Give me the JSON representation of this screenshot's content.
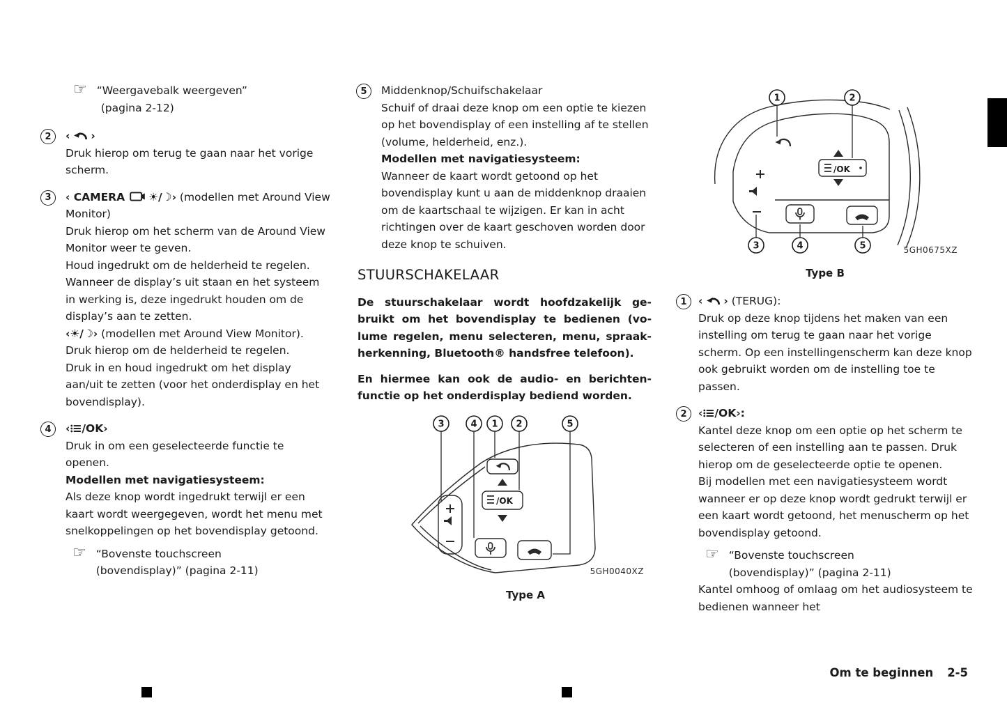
{
  "icons": {
    "hand": "☞"
  },
  "footer": {
    "section": "Om te beginnen",
    "page": "2-5"
  },
  "left": {
    "xref_top": {
      "line1": "“Weergavebalk weergeven”",
      "line2": "(pagina 2-12)"
    },
    "item2": {
      "num": "2",
      "h_open": "‹",
      "h_close": "›",
      "p1": "Druk hierop om terug te gaan naar het vorige scherm."
    },
    "item3": {
      "num": "3",
      "h_open": "‹",
      "h_camera": "CAMERA",
      "h_brightness": "☀/☽",
      "h_close": "›",
      "h_suffix": " (modellen met Around View Monitor)",
      "p1": "Druk hierop om het scherm van de Around View Monitor weer te geven.",
      "p2": "Houd ingedrukt om de helderheid te regelen.",
      "p3": "Wanneer de display’s uit staan en het systeem in werking is, deze ingedrukt houden om de display’s aan te zetten.",
      "p4_icon": "‹☀/☽›",
      "p4_rest": " (modellen met Around View Monitor).",
      "p5": "Druk hierop om de helderheid te regelen.",
      "p6": "Druk in en houd ingedrukt om het display aan/uit te zetten (voor het onderdisplay en het bovendisplay)."
    },
    "item4": {
      "num": "4",
      "h_open": "‹",
      "h_ok": "/OK›",
      "p1": "Druk in om een geselecteerde functie te openen.",
      "h_nav": "Modellen met navigatiesysteem:",
      "p2": "Als deze knop wordt ingedrukt terwijl er een kaart wordt weergegeven, wordt het menu met snelkoppelingen op het bovendisplay getoond.",
      "xref": {
        "line1": "“Bovenste touchscreen",
        "line2": "(bovendisplay)” (pagina 2-11)"
      }
    }
  },
  "mid": {
    "item5": {
      "num": "5",
      "title": "Middenknop/Schuifschakelaar",
      "p1": "Schuif of draai deze knop om een optie te kiezen op het bovendisplay of een instelling af te stellen (volume, helderheid, enz.).",
      "h_nav": "Modellen met navigatiesysteem:",
      "p2": "Wanneer de kaart wordt getoond op het bovendisplay kunt u aan de middenknop draaien om de kaartschaal te wijzigen. Er kan in acht richtingen over de kaart geschoven worden door deze knop te schuiven."
    },
    "heading": "STUURSCHAKELAAR",
    "bold1": [
      "De stuurschakelaar wordt hoofdzakelijk ge-",
      "bruikt om het bovendisplay te bedienen (vo-",
      "lume regelen, menu selecteren, menu, spraak-",
      "herkenning, Bluetooth® handsfree telefoon)."
    ],
    "bold2": [
      "En hiermee kan ook de audio- en berichten-",
      "functie op het onderdisplay bediend worden."
    ],
    "diagram_a": {
      "callouts": [
        "3",
        "4",
        "1",
        "2",
        "5"
      ],
      "ok_label": "/OK",
      "code": "5GH0040XZ",
      "caption": "Type A"
    }
  },
  "right": {
    "diagram_b": {
      "callouts_top": [
        "1",
        "2"
      ],
      "callouts_bottom": [
        "3",
        "4",
        "5"
      ],
      "ok_label": "/OK",
      "code": "5GH0675XZ",
      "caption": "Type B"
    },
    "item1": {
      "num": "1",
      "h_open": "‹",
      "h_close": "›",
      "h_suffix": " (TERUG):",
      "p1": "Druk op deze knop tijdens het maken van een instelling om terug te gaan naar het vorige scherm. Op een instellingenscherm kan deze knop ook gebruikt worden om de instelling toe te passen."
    },
    "item2": {
      "num": "2",
      "h_open": "‹",
      "h_ok": "/OK›:",
      "p1": "Kantel deze knop om een optie op het scherm te selecteren of een instelling aan te passen. Druk hierop om de geselecteerde optie te openen.",
      "p2": "Bij modellen met een navigatiesysteem wordt wanneer er op deze knop wordt gedrukt terwijl er een kaart wordt getoond, het menuscherm op het bovendisplay getoond.",
      "xref": {
        "line1": "“Bovenste touchscreen",
        "line2": "(bovendisplay)” (pagina 2-11)"
      },
      "p3": "Kantel omhoog of omlaag om het audiosysteem te bedienen wanneer het"
    }
  }
}
